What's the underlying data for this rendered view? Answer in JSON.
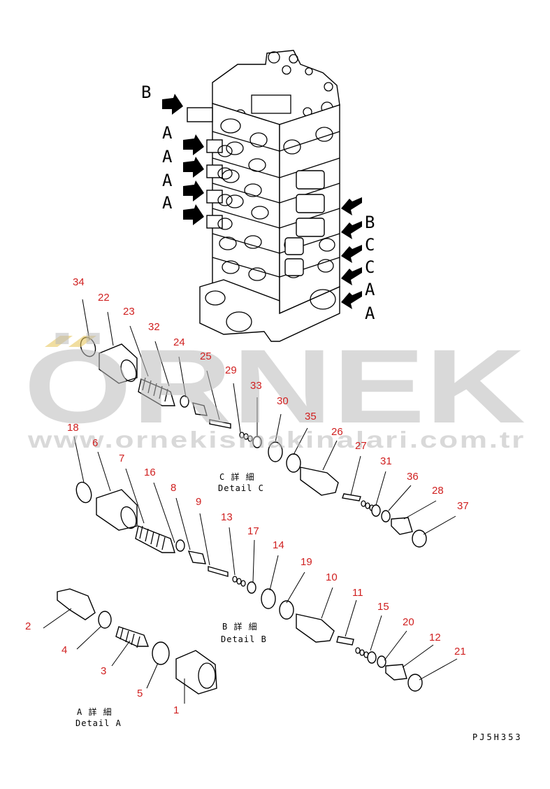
{
  "watermark": {
    "text": "ÖRNEK",
    "url": "www.ornekismakinalari.com.tr"
  },
  "side_labels": {
    "left": [
      "B",
      "A",
      "A",
      "A",
      "A"
    ],
    "right": [
      "B",
      "C",
      "C",
      "A",
      "A"
    ]
  },
  "details": {
    "c": {
      "jp": "C 詳 細",
      "en": "Detail C"
    },
    "b": {
      "jp": "B 詳 細",
      "en": "Detail B"
    },
    "a": {
      "jp": "A 詳 細",
      "en": "Detail A"
    }
  },
  "drawing_code": "PJ5H353",
  "part_numbers": [
    "34",
    "22",
    "23",
    "32",
    "24",
    "25",
    "29",
    "33",
    "30",
    "35",
    "26",
    "27",
    "31",
    "36",
    "28",
    "37",
    "18",
    "6",
    "7",
    "16",
    "8",
    "9",
    "13",
    "17",
    "14",
    "19",
    "10",
    "11",
    "15",
    "20",
    "12",
    "21",
    "2",
    "4",
    "3",
    "5",
    "1"
  ],
  "colors": {
    "part_number": "#d02020",
    "watermark": "#b9b9b9",
    "watermark_accent": "#e8c860"
  }
}
